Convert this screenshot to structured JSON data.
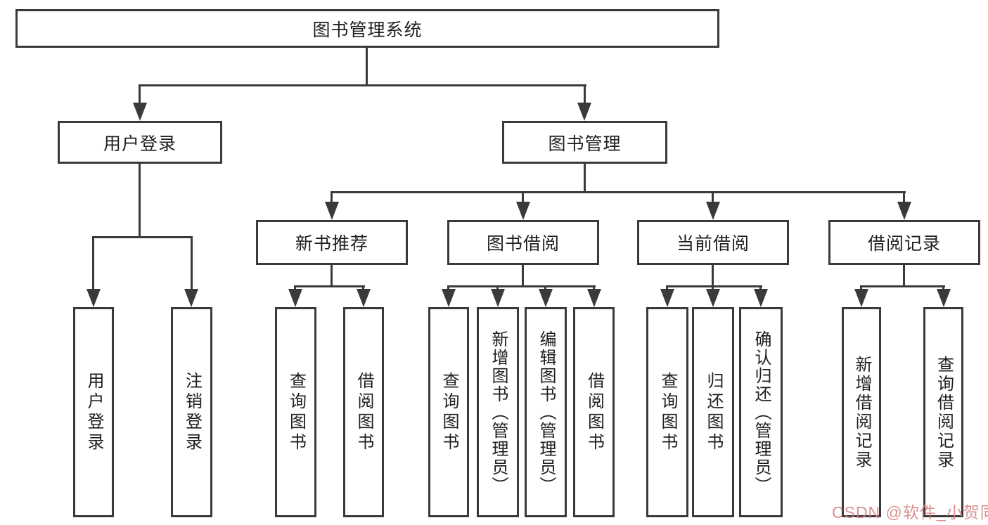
{
  "diagram_title": "图书管理系统",
  "nodes": {
    "root": "图书管理系统",
    "user_login": "用户登录",
    "book_mgmt": "图书管理",
    "new_book_rec": "新书推荐",
    "book_borrow": "图书借阅",
    "current_borrow": "当前借阅",
    "borrow_record": "借阅记录",
    "ul_login": "用户登录",
    "ul_logout": "注销登录",
    "nb_query": "查询图书",
    "nb_borrow": "借阅图书",
    "bb_query": "查询图书",
    "bb_add": "新增图书（管理员）",
    "bb_edit": "编辑图书（管理员）",
    "bb_borrow": "借阅图书",
    "cb_query": "查询图书",
    "cb_return": "归还图书",
    "cb_confirm": "确认归还（管理员）",
    "br_add": "新增借阅记录",
    "br_query": "查询借阅记录"
  },
  "hierarchy": {
    "图书管理系统": {
      "用户登录": [
        "用户登录",
        "注销登录"
      ],
      "图书管理": {
        "新书推荐": [
          "查询图书",
          "借阅图书"
        ],
        "图书借阅": [
          "查询图书",
          "新增图书（管理员）",
          "编辑图书（管理员）",
          "借阅图书"
        ],
        "当前借阅": [
          "查询图书",
          "归还图书",
          "确认归还（管理员）"
        ],
        "借阅记录": [
          "新增借阅记录",
          "查询借阅记录"
        ]
      }
    }
  },
  "watermark": "CSDN @软件_小贺同学",
  "colors": {
    "line": "#3a3a3a",
    "box_background": "#ffffff",
    "watermark": "#d67d7d"
  }
}
